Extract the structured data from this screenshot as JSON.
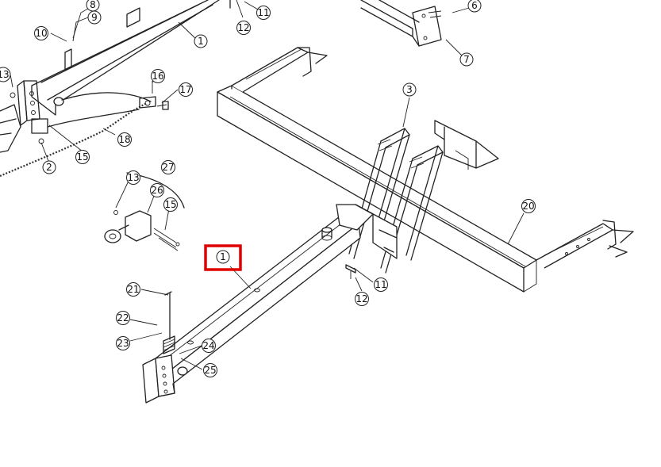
{
  "diagram": {
    "callouts": {
      "c_8": "8",
      "c_9": "9",
      "c_10": "10",
      "c_1_top": "1",
      "c_11_top": "11",
      "c_12_top": "12",
      "c_6": "6",
      "c_7": "7",
      "c_13_left": "13",
      "c_16": "16",
      "c_17": "17",
      "c_18": "18",
      "c_15_top": "15",
      "c_2": "2",
      "c_3": "3",
      "c_27": "27",
      "c_13_mid": "13",
      "c_26": "26",
      "c_15_mid": "15",
      "c_20": "20",
      "c_1_main": "1",
      "c_11_main": "11",
      "c_12_main": "12",
      "c_21": "21",
      "c_22": "22",
      "c_23": "23",
      "c_24": "24",
      "c_25": "25"
    },
    "highlight": {
      "target": "1",
      "color": "#e00000"
    }
  }
}
